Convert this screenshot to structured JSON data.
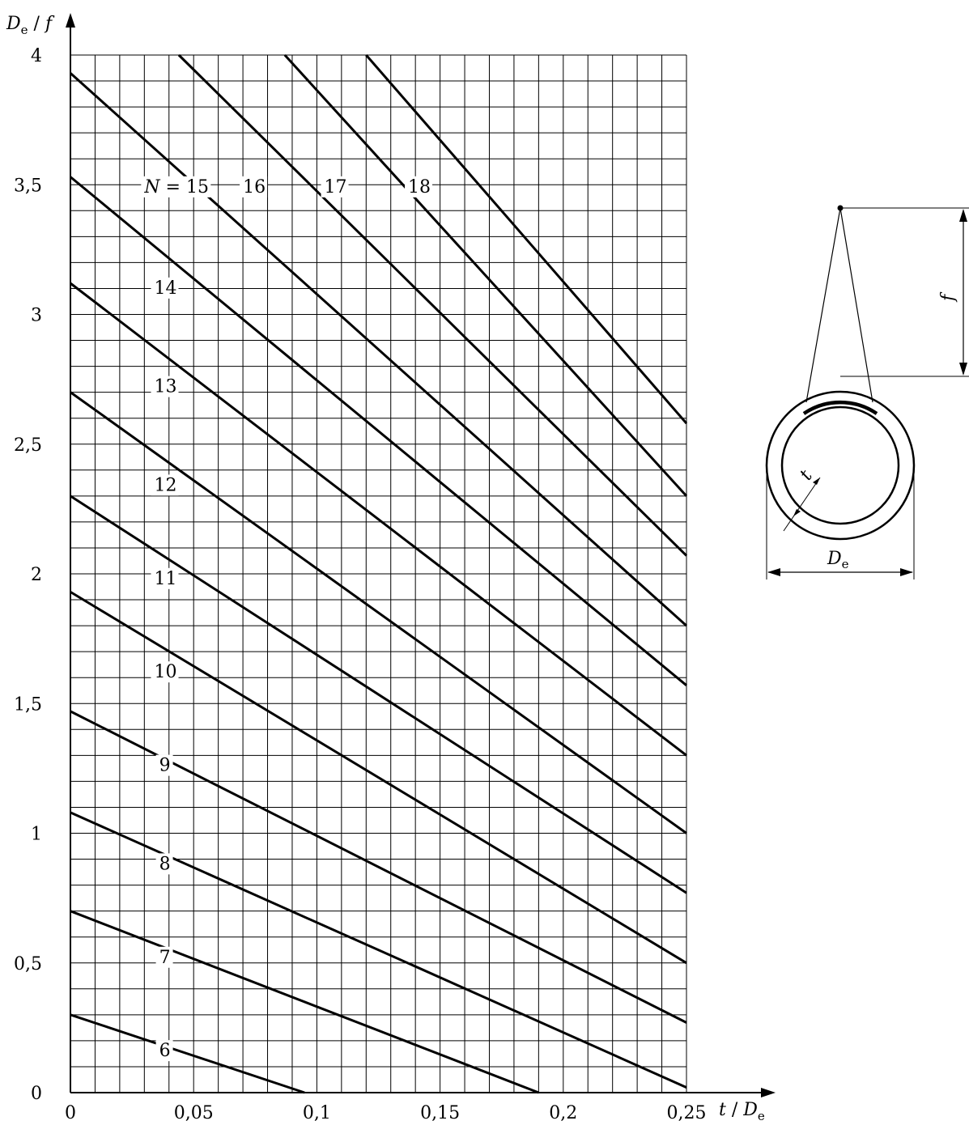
{
  "chart_data": {
    "type": "line",
    "x_axis": {
      "label": "t / De",
      "label_var": "t",
      "label_sep": " / ",
      "label_base": "D",
      "label_sub": "e",
      "range": [
        0,
        0.25
      ],
      "ticks": [
        {
          "value": 0,
          "label": "0"
        },
        {
          "value": 0.05,
          "label": "0,05"
        },
        {
          "value": 0.1,
          "label": "0,1"
        },
        {
          "value": 0.15,
          "label": "0,15"
        },
        {
          "value": 0.2,
          "label": "0,2"
        },
        {
          "value": 0.25,
          "label": "0,25"
        }
      ]
    },
    "y_axis": {
      "label": "De / f",
      "label_base": "D",
      "label_sub": "e",
      "label_sep": " / ",
      "label_var": "f",
      "range": [
        0,
        4
      ],
      "ticks": [
        {
          "value": 0,
          "label": "0"
        },
        {
          "value": 0.5,
          "label": "0,5"
        },
        {
          "value": 1,
          "label": "1"
        },
        {
          "value": 1.5,
          "label": "1,5"
        },
        {
          "value": 2,
          "label": "2"
        },
        {
          "value": 2.5,
          "label": "2,5"
        },
        {
          "value": 3,
          "label": "3"
        },
        {
          "value": 3.5,
          "label": "3,5"
        },
        {
          "value": 4,
          "label": "4"
        }
      ]
    },
    "grid": true,
    "grid_step_x": 0.01,
    "grid_step_y": 0.1,
    "series": [
      {
        "name": "6",
        "points": [
          [
            0,
            0.3
          ],
          [
            0.095,
            0
          ]
        ],
        "label_at": [
          0.036,
          0.14
        ]
      },
      {
        "name": "7",
        "points": [
          [
            0,
            0.7
          ],
          [
            0.19,
            0
          ]
        ],
        "label_at": [
          0.036,
          0.5
        ]
      },
      {
        "name": "8",
        "points": [
          [
            0,
            1.08
          ],
          [
            0.25,
            0.02
          ]
        ],
        "label_at": [
          0.036,
          0.86
        ]
      },
      {
        "name": "9",
        "points": [
          [
            0,
            1.47
          ],
          [
            0.25,
            0.27
          ]
        ],
        "label_at": [
          0.036,
          1.24
        ]
      },
      {
        "name": "10",
        "points": [
          [
            0,
            1.93
          ],
          [
            0.25,
            0.5
          ]
        ],
        "label_at": [
          0.034,
          1.6
        ]
      },
      {
        "name": "11",
        "points": [
          [
            0,
            2.3
          ],
          [
            0.25,
            0.77
          ]
        ],
        "label_at": [
          0.034,
          1.96
        ]
      },
      {
        "name": "12",
        "points": [
          [
            0,
            2.7
          ],
          [
            0.25,
            1.0
          ]
        ],
        "label_at": [
          0.034,
          2.32
        ]
      },
      {
        "name": "13",
        "points": [
          [
            0,
            3.12
          ],
          [
            0.25,
            1.3
          ]
        ],
        "label_at": [
          0.034,
          2.7
        ]
      },
      {
        "name": "14",
        "points": [
          [
            0,
            3.53
          ],
          [
            0.25,
            1.57
          ]
        ],
        "label_at": [
          0.034,
          3.08
        ]
      },
      {
        "name": "15",
        "points": [
          [
            0,
            3.93
          ],
          [
            0.25,
            1.8
          ]
        ],
        "label_at": [
          0.03,
          3.47
        ],
        "prefix": "N = "
      },
      {
        "name": "16",
        "points": [
          [
            0.044,
            4.0
          ],
          [
            0.25,
            2.07
          ]
        ],
        "label_at": [
          0.07,
          3.47
        ]
      },
      {
        "name": "17",
        "points": [
          [
            0.087,
            4.0
          ],
          [
            0.25,
            2.3
          ]
        ],
        "label_at": [
          0.103,
          3.47
        ]
      },
      {
        "name": "18",
        "points": [
          [
            0.12,
            4.0
          ],
          [
            0.25,
            2.58
          ]
        ],
        "label_at": [
          0.137,
          3.47
        ]
      }
    ]
  },
  "diagram": {
    "height_label": "f",
    "thickness_label": "t",
    "diameter_base": "D",
    "diameter_sub": "e"
  }
}
